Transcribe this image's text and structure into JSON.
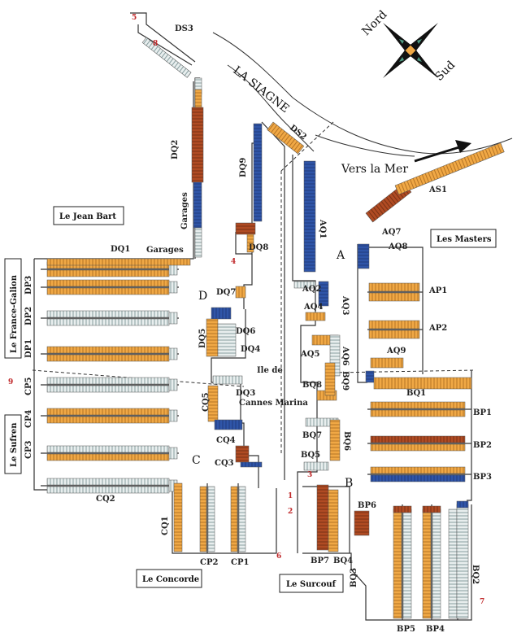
{
  "colors": {
    "orange": "#f0a845",
    "blue": "#2f55a8",
    "brown": "#b04b23",
    "grey": "#e4ebec",
    "pier": "#333333"
  },
  "river": "LA SIAGNE",
  "compass": {
    "north": "Nord",
    "south": "Sud"
  },
  "direction": "Vers la Mer",
  "zones": {
    "A": "A",
    "B": "B",
    "C": "C",
    "D": "D"
  },
  "center": {
    "line1": "Ile de",
    "line2": "Cannes Marina"
  },
  "garages": [
    "Garages",
    "Garages"
  ],
  "boxes": {
    "jean_bart": "Le Jean Bart",
    "masters": "Les Masters",
    "france_galion": "Le France-Galion",
    "sufren": "Le Sufren",
    "concorde": "Le Concorde",
    "surcouf": "Le Surcouf"
  },
  "numbers": [
    "1",
    "2",
    "3",
    "4",
    "5",
    "6",
    "7",
    "8",
    "9"
  ],
  "piers": {
    "ds3": "DS3",
    "ds2": "DS2",
    "dq2": "DQ2",
    "dq9": "DQ9",
    "dq8": "DQ8",
    "dq1": "DQ1",
    "dq7": "DQ7",
    "dq6": "DQ6",
    "dq5": "DQ5",
    "dq4": "DQ4",
    "dq3": "DQ3",
    "dp1": "DP1",
    "dp2": "DP2",
    "dp3": "DP3",
    "cp3": "CP3",
    "cp4": "CP4",
    "cp5": "CP5",
    "cq5": "CQ5",
    "cq4": "CQ4",
    "cq3": "CQ3",
    "cq2": "CQ2",
    "cq1": "CQ1",
    "cp2": "CP2",
    "cp1": "CP1",
    "aq1": "AQ1",
    "aq2": "AQ2",
    "aq3": "AQ3",
    "aq4": "AQ4",
    "aq5": "AQ5",
    "aq6": "AQ6",
    "aq7": "AQ7",
    "aq8": "AQ8",
    "aq9": "AQ9",
    "ap1": "AP1",
    "ap2": "AP2",
    "as1": "AS1",
    "bq1": "BQ1",
    "bq2": "BQ2",
    "bq3": "BQ3",
    "bq4": "BQ4",
    "bq5": "BQ5",
    "bq6": "BQ6",
    "bq7": "BQ7",
    "bq8": "BQ8",
    "bq9": "BQ9",
    "bp1": "BP1",
    "bp2": "BP2",
    "bp3": "BP3",
    "bp4": "BP4",
    "bp5": "BP5",
    "bp6": "BP6",
    "bp7": "BP7"
  }
}
